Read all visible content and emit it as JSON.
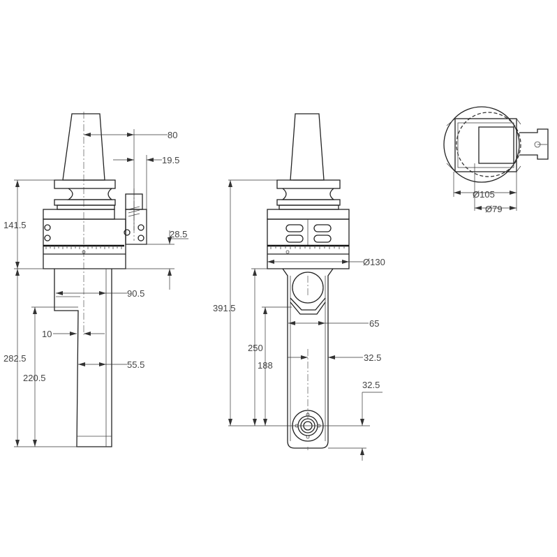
{
  "side_view": {
    "dims": {
      "d80": "80",
      "d19_5": "19.5",
      "d141_5": "141.5",
      "d28_5": "28.5",
      "d90_5": "90.5",
      "d10": "10",
      "d282_5": "282.5",
      "d220_5": "220.5",
      "d55_5": "55.5"
    }
  },
  "front_view": {
    "dims": {
      "d130": "Ø130",
      "d391_5": "391.5",
      "d65": "65",
      "d250": "250",
      "d188": "188",
      "d32_5_h": "32.5",
      "d32_5_v": "32.5"
    }
  },
  "top_view": {
    "dims": {
      "d105": "Ø105",
      "d79": "Ø79"
    }
  }
}
